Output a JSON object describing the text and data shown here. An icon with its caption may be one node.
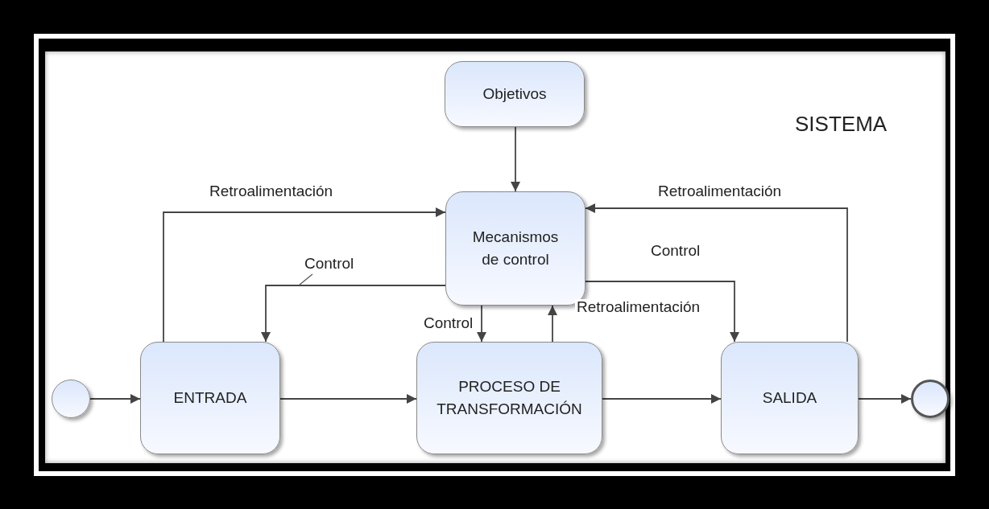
{
  "diagram": {
    "nodes": [
      {
        "text": [
          "Objetivos"
        ]
      },
      {
        "text": [
          "Mecanismos de control"
        ]
      },
      {
        "text": [],
        "shape": "circle"
      },
      {
        "text": [
          "ENTRADA"
        ]
      },
      {
        "text": [
          "PROCESO DE TRANSFORMACIÓN"
        ]
      },
      {
        "text": [
          "SALIDA"
        ]
      },
      {
        "text": [],
        "shape": "circle"
      }
    ],
    "edges": [
      {
        "from": 0,
        "to": 1,
        "arrow": "to"
      },
      {
        "from": 3,
        "to": 1,
        "arrow": "to",
        "label": "Retroalimentación"
      },
      {
        "from": 5,
        "to": 1,
        "arrow": "to",
        "label": "Retroalimentación"
      },
      {
        "from": 1,
        "to": 3,
        "arrow": "to",
        "label": "Control"
      },
      {
        "from": 1,
        "to": 4,
        "arrow": "to",
        "label": "Control"
      },
      {
        "from": 4,
        "to": 1,
        "arrow": "to",
        "label": "Retroalimentación"
      },
      {
        "from": 1,
        "to": 5,
        "arrow": "to",
        "label": "Control"
      },
      {
        "from": 2,
        "to": 3,
        "arrow": "to"
      },
      {
        "from": 3,
        "to": 4,
        "arrow": "to"
      },
      {
        "from": 4,
        "to": 5,
        "arrow": "to"
      },
      {
        "from": 5,
        "to": 6,
        "arrow": "to"
      }
    ],
    "labels": [
      "SISTEMA"
    ]
  }
}
